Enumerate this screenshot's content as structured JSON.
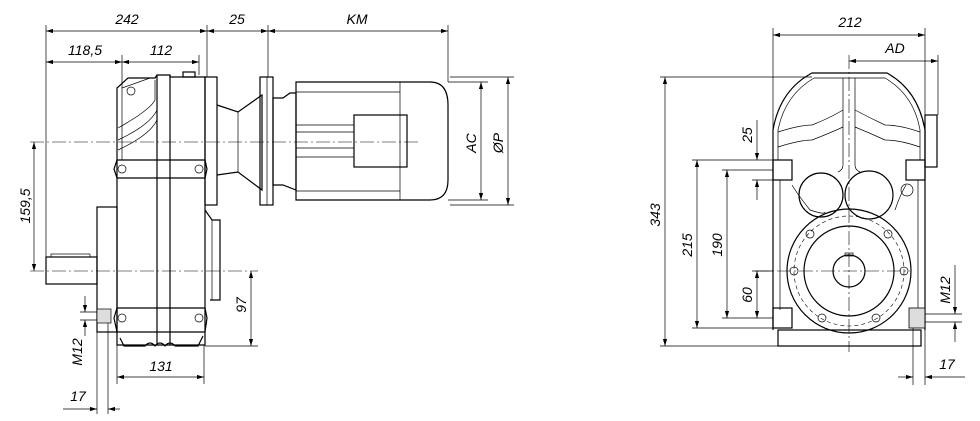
{
  "side_view": {
    "dims": {
      "overall_length": "242",
      "adapter_length": "25",
      "motor_length": "KM",
      "shaft_to_axis": "118,5",
      "axis_to_flange": "112",
      "axis_height_offset": "159,5",
      "axis_to_foot": "97",
      "foot_width": "131",
      "thread": "M12",
      "thread_depth": "17",
      "motor_diameter": "AC",
      "flange_diameter": "ØP"
    }
  },
  "front_view": {
    "dims": {
      "width": "212",
      "motor_offset": "AD",
      "height": "343",
      "lug_spacing_outer": "215",
      "lug_spacing_inner": "190",
      "lug_height": "25",
      "axis_to_lug": "60",
      "thread": "M12",
      "thread_depth": "17"
    }
  }
}
